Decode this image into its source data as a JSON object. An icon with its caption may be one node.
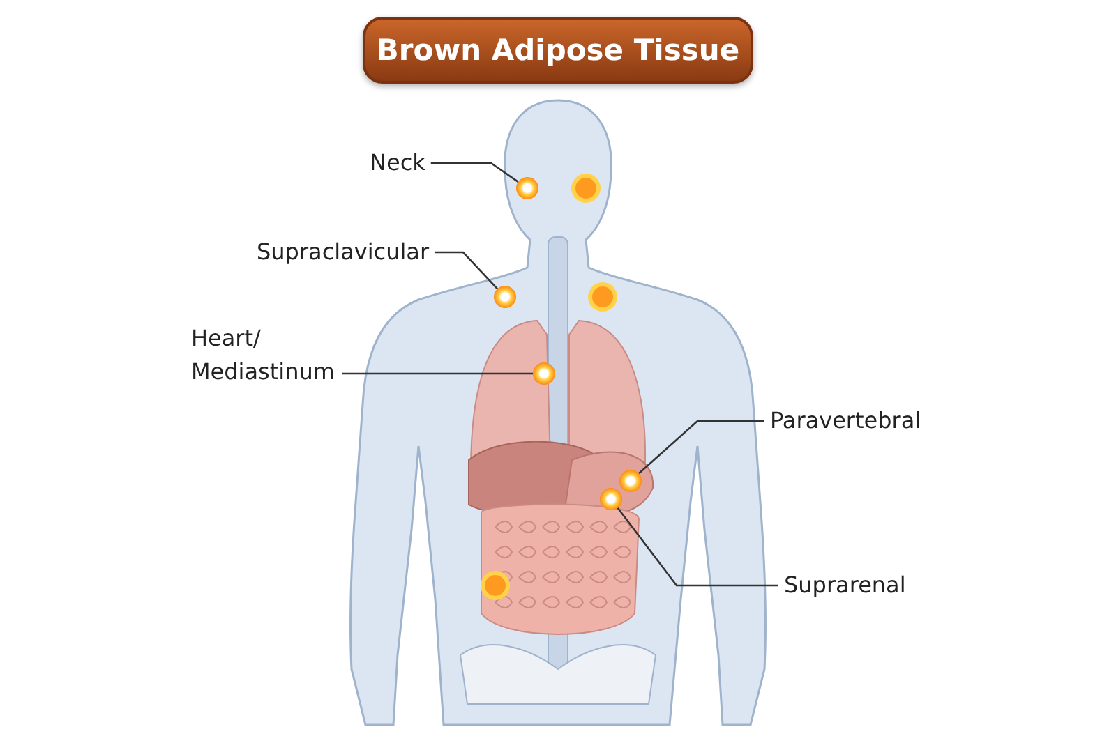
{
  "diagram": {
    "title": "Brown Adipose Tissue",
    "nodes": [
      {
        "text": [
          "Neck"
        ]
      },
      {
        "text": [
          "Supraclavicular"
        ]
      },
      {
        "text": [
          "Heart/ Mediastinum"
        ]
      },
      {
        "text": [
          "Paravertebral"
        ]
      },
      {
        "text": [
          "Suprarenal"
        ]
      },
      {
        "text": [],
        "shape": "circle"
      },
      {
        "text": [],
        "shape": "circle"
      },
      {
        "text": [],
        "shape": "circle"
      },
      {
        "text": [],
        "shape": "circle"
      },
      {
        "text": [],
        "shape": "circle"
      }
    ],
    "edges": [
      {
        "from": 0,
        "to": 5,
        "arrow": "none"
      },
      {
        "from": 1,
        "to": 6,
        "arrow": "none"
      },
      {
        "from": 2,
        "to": 7,
        "arrow": "none"
      },
      {
        "from": 3,
        "to": 8,
        "arrow": "none"
      },
      {
        "from": 4,
        "to": 9,
        "arrow": "none"
      }
    ]
  }
}
